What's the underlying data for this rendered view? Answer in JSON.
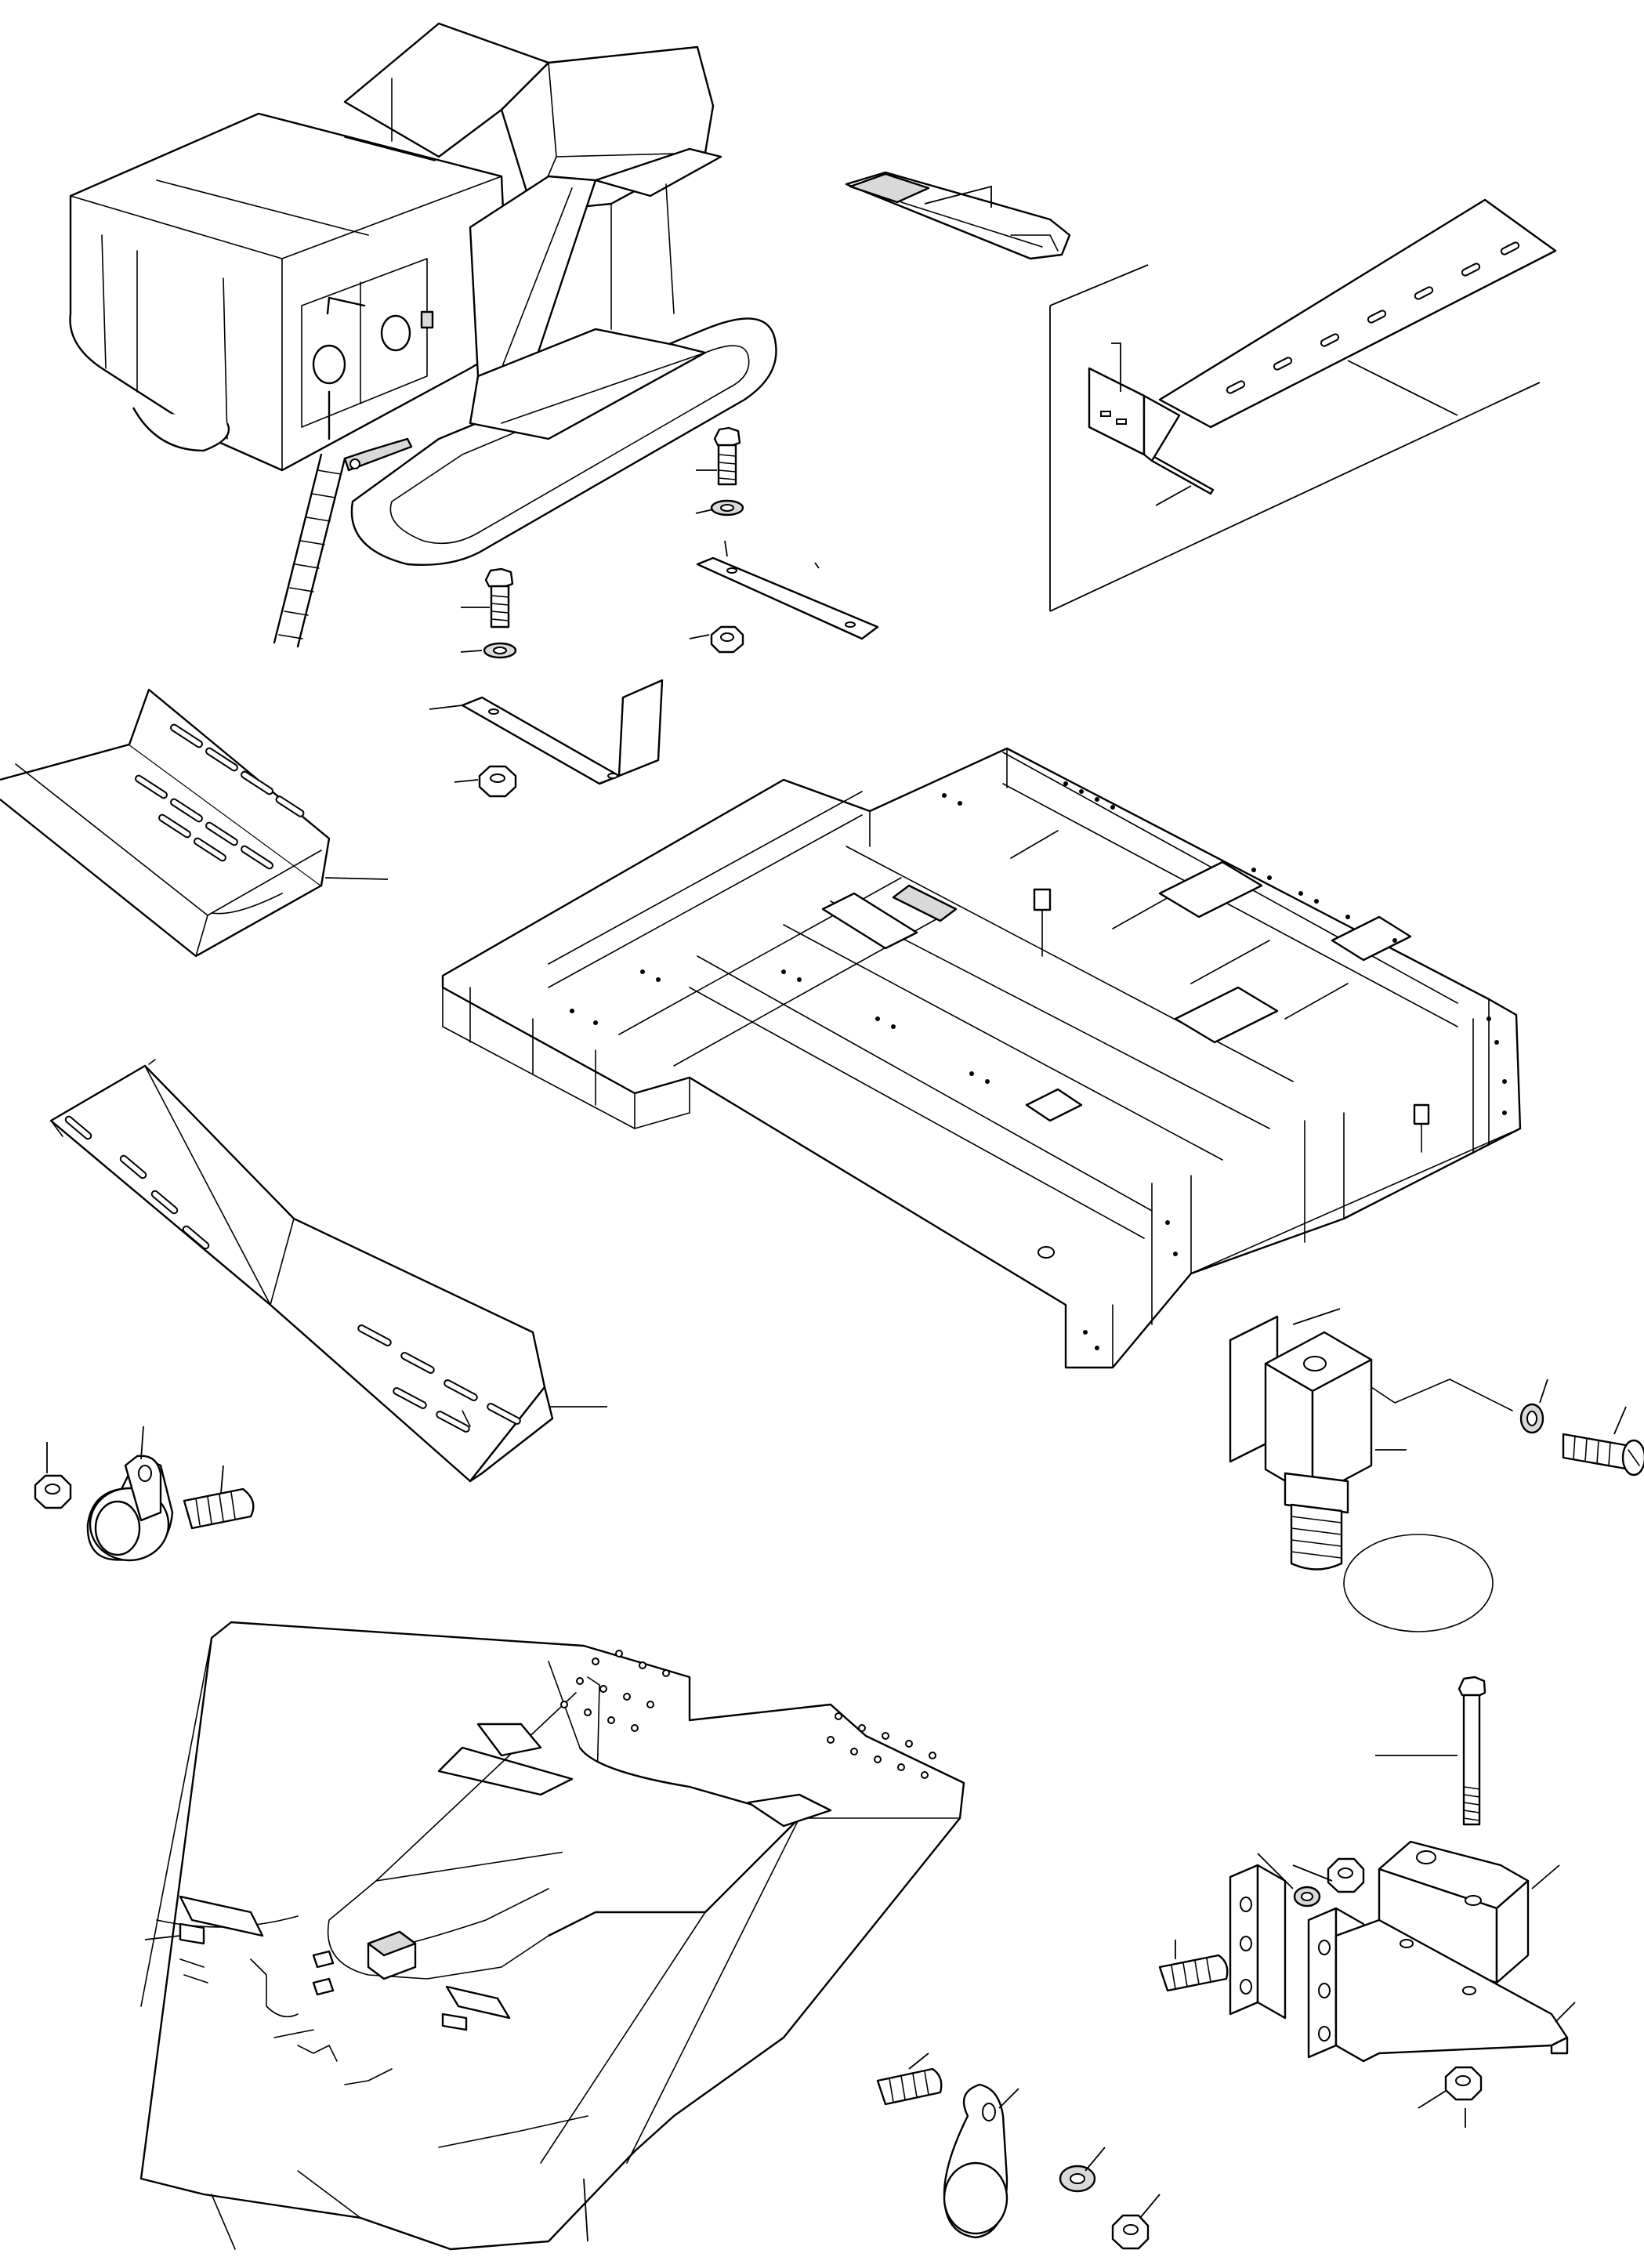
{
  "drawing": {
    "kind": "exploded parts illustration",
    "line_color": "#000000",
    "background_color": "#ffffff",
    "labels_printed": false
  },
  "parts": [
    "excavator-overview",
    "anti-slip-step-pad",
    "mounting-plate-detail",
    "bolt-washer-strap-assembly",
    "angle-bracket-assembly",
    "cable-tray-straight",
    "cable-tray-bent",
    "revolving-frame",
    "proximity-switch-assembly",
    "hose-clamp-set-left",
    "undercarriage-center-frame",
    "guard-block-bracket-assembly",
    "hose-clamp-set-bottom"
  ]
}
